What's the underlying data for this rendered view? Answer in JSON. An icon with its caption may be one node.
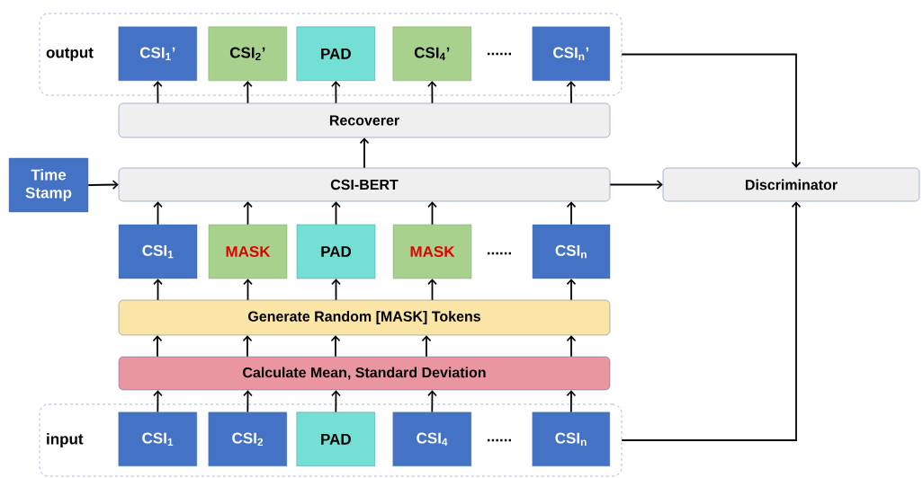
{
  "diagram": {
    "nodes": [
      {
        "text": [
          "output"
        ]
      },
      {
        "text": [
          "CSI$_{1}$’"
        ],
        "in": 0
      },
      {
        "text": [
          "CSI$_{2}$’"
        ],
        "in": 0
      },
      {
        "text": [
          "PAD"
        ],
        "in": 0
      },
      {
        "text": [
          "CSI$_{4}$’"
        ],
        "in": 0
      },
      {
        "text": [
          "CSI$_{n}$’"
        ],
        "in": 0
      },
      {
        "text": [
          "Recoverer"
        ]
      },
      {
        "text": [
          "Time Stamp"
        ]
      },
      {
        "text": [
          "CSI-BERT"
        ]
      },
      {
        "text": [
          "Discriminator"
        ]
      },
      {
        "text": [
          "CSI$_{1}$"
        ]
      },
      {
        "text": [
          "MASK"
        ]
      },
      {
        "text": [
          "PAD"
        ]
      },
      {
        "text": [
          "MASK"
        ]
      },
      {
        "text": [
          "CSI$_{n}$"
        ]
      },
      {
        "text": [
          "Generate Random [MASK] Tokens"
        ]
      },
      {
        "text": [
          "Calculate Mean, Standard Deviation"
        ]
      },
      {
        "text": [
          "input"
        ]
      },
      {
        "text": [
          "CSI$_{1}$"
        ],
        "in": 17
      },
      {
        "text": [
          "CSI$_{2}$"
        ],
        "in": 17
      },
      {
        "text": [
          "PAD"
        ],
        "in": 17
      },
      {
        "text": [
          "CSI$_{4}$"
        ],
        "in": 17
      },
      {
        "text": [
          "CSI$_{n}$"
        ],
        "in": 17
      }
    ],
    "edges": [
      {
        "from": 18,
        "to": 16,
        "arrow": "to"
      },
      {
        "from": 19,
        "to": 16,
        "arrow": "to"
      },
      {
        "from": 20,
        "to": 16,
        "arrow": "to"
      },
      {
        "from": 21,
        "to": 16,
        "arrow": "to"
      },
      {
        "from": 22,
        "to": 16,
        "arrow": "to"
      },
      {
        "from": 16,
        "to": 15,
        "arrow": "to"
      },
      {
        "from": 16,
        "to": 15,
        "arrow": "to"
      },
      {
        "from": 16,
        "to": 15,
        "arrow": "to"
      },
      {
        "from": 16,
        "to": 15,
        "arrow": "to"
      },
      {
        "from": 16,
        "to": 15,
        "arrow": "to"
      },
      {
        "from": 15,
        "to": 10,
        "arrow": "to"
      },
      {
        "from": 15,
        "to": 11,
        "arrow": "to"
      },
      {
        "from": 15,
        "to": 12,
        "arrow": "to"
      },
      {
        "from": 15,
        "to": 13,
        "arrow": "to"
      },
      {
        "from": 15,
        "to": 14,
        "arrow": "to"
      },
      {
        "from": 10,
        "to": 8,
        "arrow": "to"
      },
      {
        "from": 11,
        "to": 8,
        "arrow": "to"
      },
      {
        "from": 12,
        "to": 8,
        "arrow": "to"
      },
      {
        "from": 13,
        "to": 8,
        "arrow": "to"
      },
      {
        "from": 14,
        "to": 8,
        "arrow": "to"
      },
      {
        "from": 7,
        "to": 8,
        "arrow": "to"
      },
      {
        "from": 8,
        "to": 6,
        "arrow": "to"
      },
      {
        "from": 6,
        "to": 1,
        "arrow": "to"
      },
      {
        "from": 6,
        "to": 2,
        "arrow": "to"
      },
      {
        "from": 6,
        "to": 3,
        "arrow": "to"
      },
      {
        "from": 6,
        "to": 4,
        "arrow": "to"
      },
      {
        "from": 6,
        "to": 5,
        "arrow": "to"
      },
      {
        "from": 8,
        "to": 9,
        "arrow": "to"
      },
      {
        "from": 0,
        "to": 9,
        "arrow": "to"
      },
      {
        "from": 17,
        "to": 9,
        "arrow": "to"
      }
    ],
    "labels": [
      "......",
      "......",
      "......"
    ]
  }
}
